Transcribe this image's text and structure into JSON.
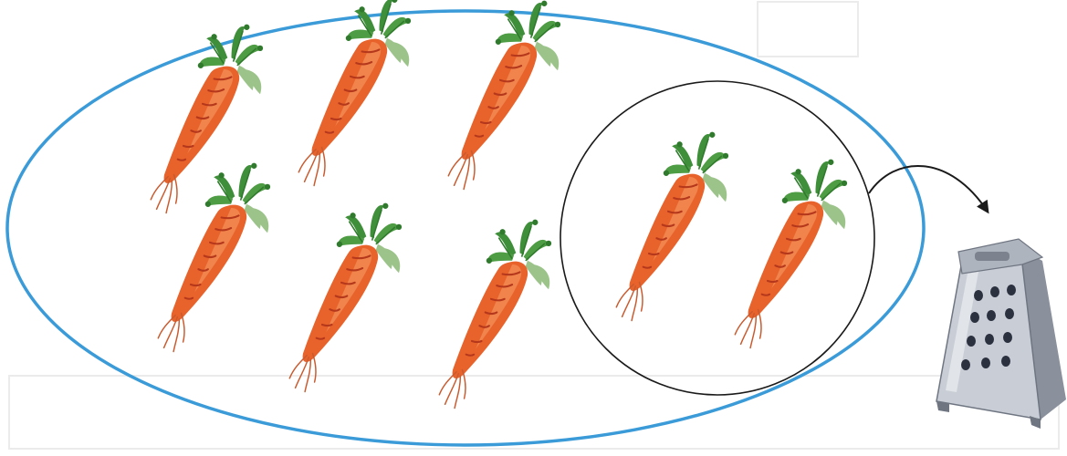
{
  "diagram": {
    "colors": {
      "outer_ellipse": "#3a9bd8",
      "inner_circle": "#1a1a1a",
      "arrow": "#1a1a1a",
      "carrot_body": "#e8632b",
      "carrot_dark": "#b5381c",
      "carrot_highlight": "#f5a067",
      "leaf": "#3f8f3a",
      "leaf_pale": "#9cc48a",
      "root_hair": "#c85a2e",
      "grater_body": "#c9ced6",
      "grater_dark": "#8a919c",
      "grater_hole": "#2c3140"
    },
    "groups": [
      {
        "name": "all-carrots",
        "count": 8
      },
      {
        "name": "circled-carrots",
        "count": 2
      }
    ],
    "icons": [
      "carrot-icon",
      "grater-icon",
      "curved-arrow-icon"
    ]
  }
}
